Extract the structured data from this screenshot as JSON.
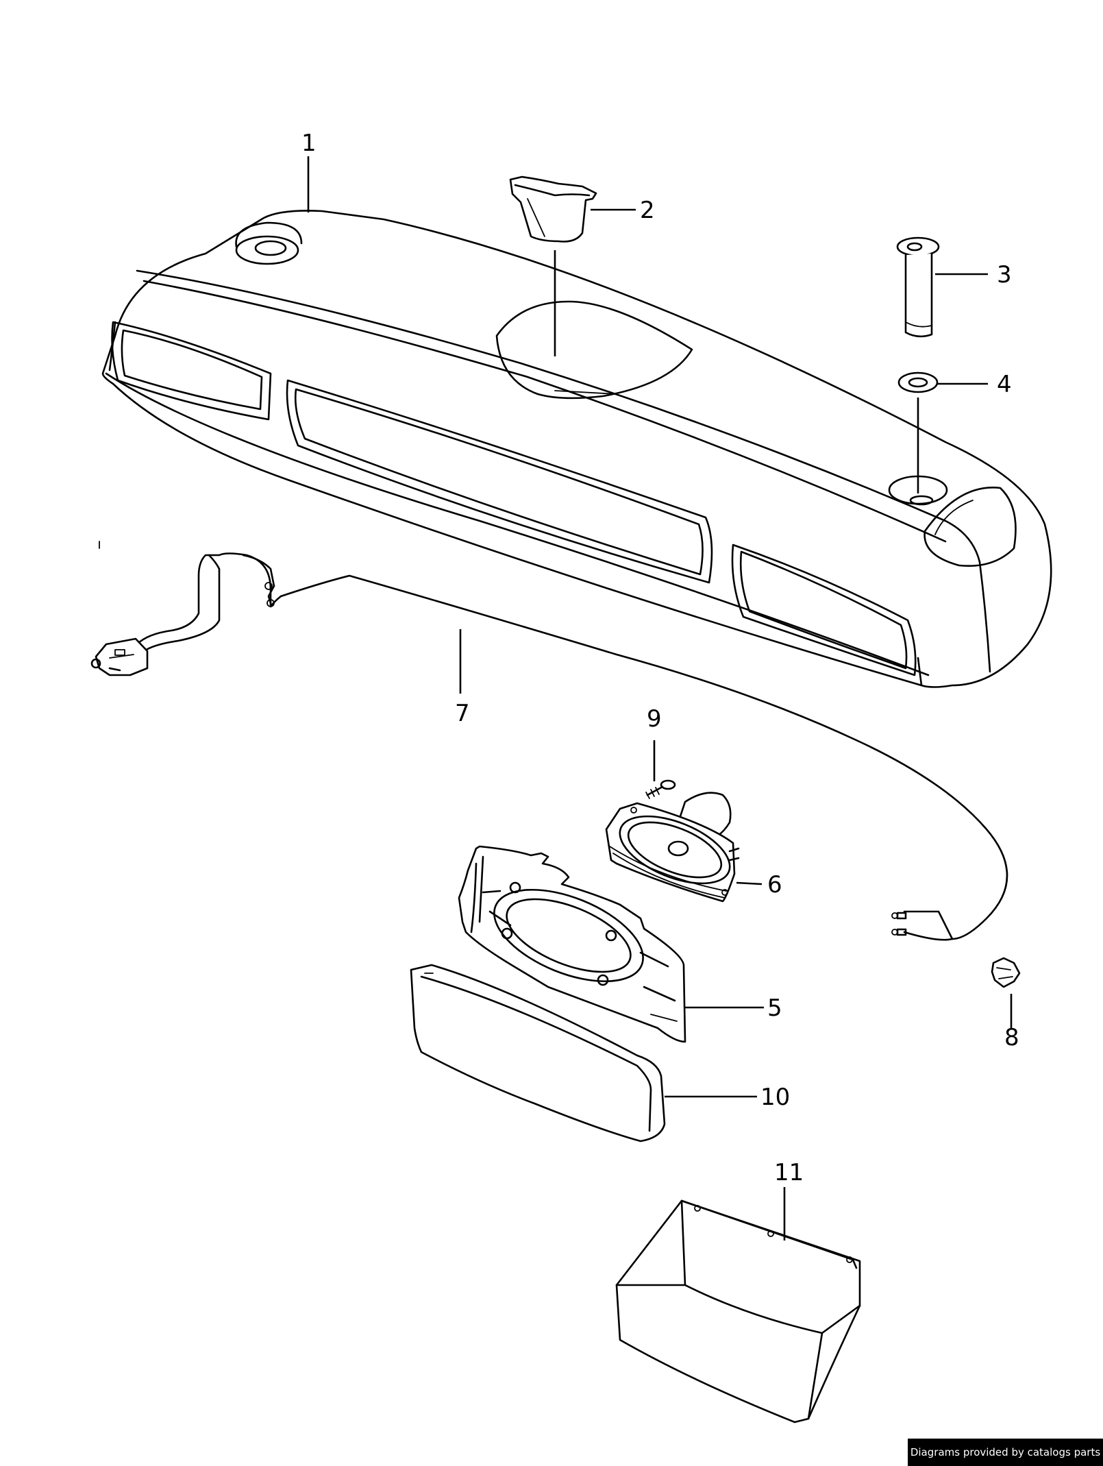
{
  "callouts": [
    "1",
    "2",
    "3",
    "4",
    "5",
    "6",
    "7",
    "8",
    "9",
    "10",
    "11"
  ],
  "credit": "Diagrams provided by catalogs parts"
}
